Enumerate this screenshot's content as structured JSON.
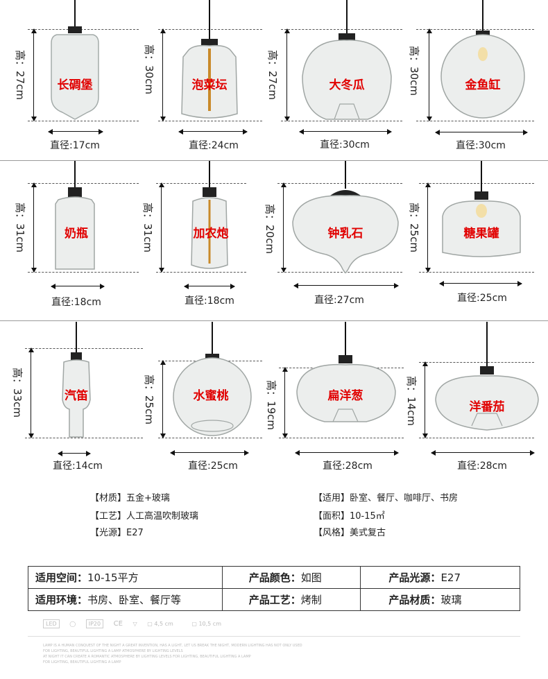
{
  "lamps": [
    {
      "name": "长碉堡",
      "height": "高：27cm",
      "diameter": "直径:17cm"
    },
    {
      "name": "泡菜坛",
      "height": "高：30cm",
      "diameter": "直径:24cm"
    },
    {
      "name": "大冬瓜",
      "height": "高：27cm",
      "diameter": "直径:30cm"
    },
    {
      "name": "金鱼缸",
      "height": "高：30cm",
      "diameter": "直径:30cm"
    },
    {
      "name": "奶瓶",
      "height": "高：31cm",
      "diameter": "直径:18cm"
    },
    {
      "name": "加农炮",
      "height": "高：31cm",
      "diameter": "直径:18cm"
    },
    {
      "name": "钟乳石",
      "height": "高：20cm",
      "diameter": "直径:27cm"
    },
    {
      "name": "糖果罐",
      "height": "高：25cm",
      "diameter": "直径:25cm"
    },
    {
      "name": "汽笛",
      "height": "高：33cm",
      "diameter": "直径:14cm"
    },
    {
      "name": "水蜜桃",
      "height": "高：25cm",
      "diameter": "直径:25cm"
    },
    {
      "name": "扁洋葱",
      "height": "高：19cm",
      "diameter": "直径:28cm"
    },
    {
      "name": "洋番茄",
      "height": "高：14cm",
      "diameter": "直径:28cm"
    }
  ],
  "specs": {
    "material": "【材质】五金+玻璃",
    "craft": "【工艺】人工高温吹制玻璃",
    "light_source": "【光源】E27",
    "usage": "【适用】卧室、餐厅、咖啡厅、书房",
    "area": "【面积】10-15㎡",
    "style": "【风格】美式复古"
  },
  "params": {
    "space_label": "适用空间：",
    "space_value": "10-15平方",
    "color_label": "产品颜色：",
    "color_value": "如图",
    "source_label": "产品光源：",
    "source_value": "E27",
    "env_label": "适用环境：",
    "env_value": "书房、卧室、餐厅等",
    "process_label": "产品工艺：",
    "process_value": "烤制",
    "mat_label": "产品材质：",
    "mat_value": "玻璃"
  },
  "footer": {
    "icon_led": "LED",
    "icon_ip": "IP20",
    "icon_ce": "CE",
    "dim1": "4,5 cm",
    "dim2": "10,5 cm",
    "lines": [
      "LAMP IS A HUMAN CONQUEST OF THE NIGHT A GREAT INVENTION, HAS A LIGHT, LET US BREAK THE NIGHT, MODERN LIGHTING HAS NOT ONLY USED",
      "FOR LIGHTING, BEAUTIFUL LIGHTING A LAMP ATMOSPHERE BY LIGHTING LEVELS",
      "AT NIGHT IT CAN CREATE A ROMANTIC ATMOSPHERE BY LIGHTING LEVELS FOR LIGHTING, BEAUTIFUL LIGHTING A LAMP",
      "FOR LIGHTING, BEAUTIFUL LIGHTING A LAMP"
    ]
  }
}
